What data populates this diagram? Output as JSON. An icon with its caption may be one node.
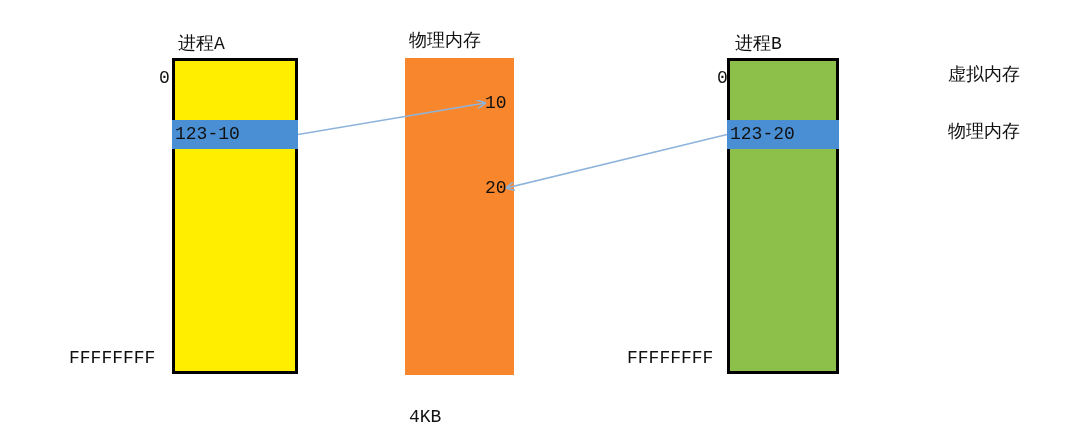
{
  "diagram": {
    "nodes": [
      {
        "text": [
          "进程A"
        ],
        "beside": [
          "0",
          "FFFFFFFF"
        ]
      },
      {
        "text": [
          "123-10"
        ],
        "in": 0
      },
      {
        "text": [
          "物理内存"
        ],
        "beside": [
          "4KB"
        ]
      },
      {
        "text": [
          "10"
        ],
        "in": 2
      },
      {
        "text": [
          "20"
        ],
        "in": 2
      },
      {
        "text": [
          "进程B"
        ],
        "beside": [
          "0",
          "FFFFFFFF"
        ]
      },
      {
        "text": [
          "123-20"
        ],
        "in": 5
      }
    ],
    "edges": [
      {
        "from": 1,
        "to": 3,
        "arrow": "to"
      },
      {
        "from": 6,
        "to": 4,
        "arrow": "to"
      }
    ],
    "labels": [
      "虚拟内存",
      "物理内存"
    ]
  }
}
